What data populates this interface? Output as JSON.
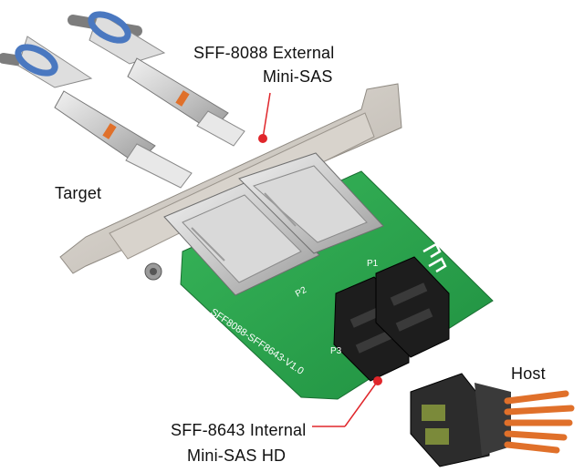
{
  "labels": {
    "external_line1": "SFF-8088 External",
    "external_line2": "Mini-SAS",
    "target": "Target",
    "host": "Host",
    "internal_line1": "SFF-8643 Internal",
    "internal_line2": "Mini-SAS HD"
  },
  "pcb_silkscreen": {
    "board_id": "SFF8088-SFF8643-V1.0",
    "port_p1": "P1",
    "port_p2": "P2",
    "port_p3": "P3"
  },
  "colors": {
    "pcb_green": "#2fa84f",
    "bracket_silver": "#c9c4bd",
    "pointer_red": "#e0262b",
    "cable_copper": "#e0702a",
    "pull_tab_blue": "#4a78c0"
  }
}
